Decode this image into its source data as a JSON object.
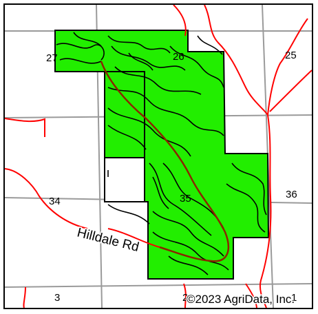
{
  "map": {
    "road_label": "Hilldale Rd",
    "copyright": "©2023 AgriData, Inc.",
    "sections": [
      {
        "id": "27",
        "label": "27"
      },
      {
        "id": "26",
        "label": "26"
      },
      {
        "id": "25",
        "label": "25"
      },
      {
        "id": "34",
        "label": "34"
      },
      {
        "id": "35",
        "label": "35"
      },
      {
        "id": "36",
        "label": "36"
      },
      {
        "id": "3",
        "label": "3"
      },
      {
        "id": "2",
        "label": "2"
      },
      {
        "id": "1",
        "label": "1"
      }
    ],
    "colors": {
      "parcel_fill": "#22ee00",
      "parcel_outline": "#000000",
      "section_lines": "#999999",
      "streams": "#ff0000",
      "road": "#8b2500",
      "contours": "#000000"
    }
  }
}
